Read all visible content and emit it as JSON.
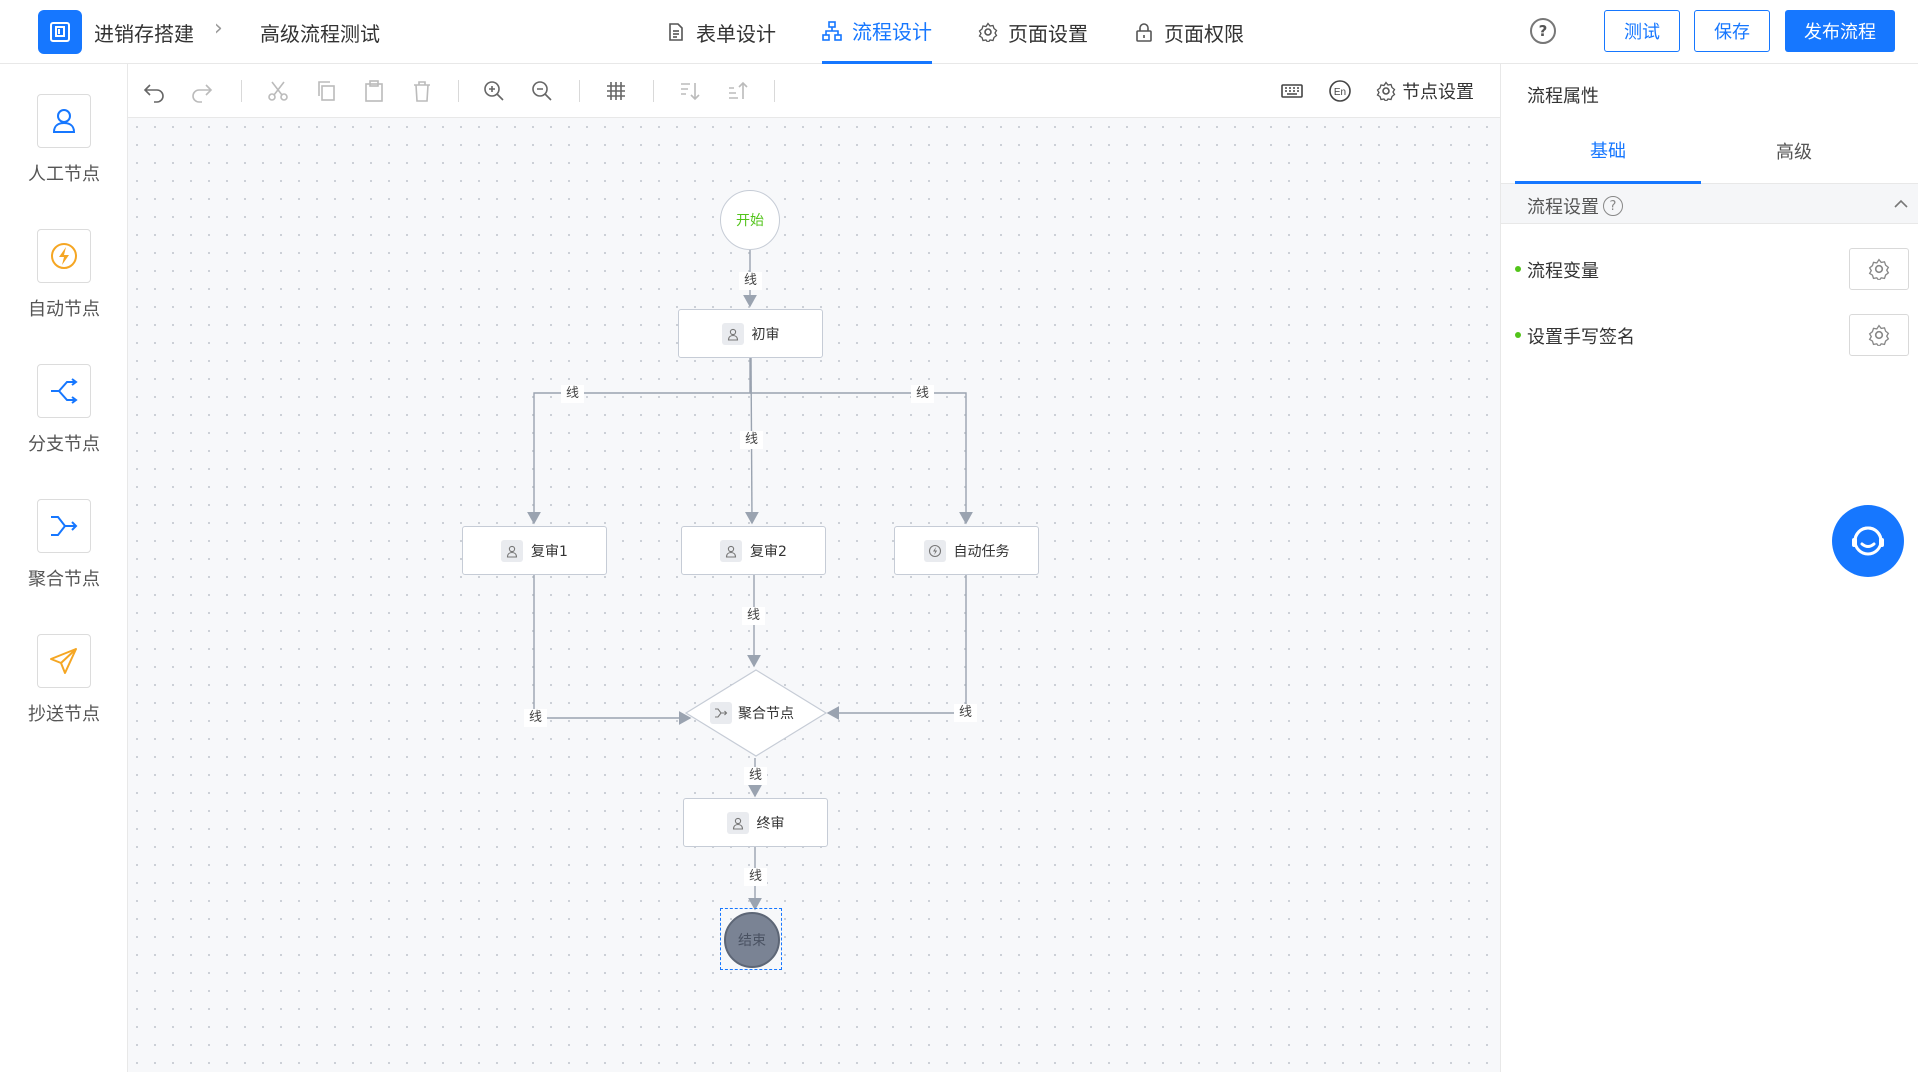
{
  "breadcrumb": {
    "app": "进销存搭建",
    "page": "高级流程测试"
  },
  "nav_tabs": [
    {
      "label": "表单设计",
      "icon": "document-icon"
    },
    {
      "label": "流程设计",
      "icon": "flowchart-icon",
      "active": true
    },
    {
      "label": "页面设置",
      "icon": "gear-icon"
    },
    {
      "label": "页面权限",
      "icon": "lock-icon"
    }
  ],
  "header_buttons": {
    "test": "测试",
    "save": "保存",
    "publish": "发布流程",
    "help": "?"
  },
  "node_palette": [
    {
      "label": "人工节点",
      "icon": "person-icon"
    },
    {
      "label": "自动节点",
      "icon": "lightning-icon"
    },
    {
      "label": "分支节点",
      "icon": "branch-icon"
    },
    {
      "label": "聚合节点",
      "icon": "merge-icon"
    },
    {
      "label": "抄送节点",
      "icon": "send-icon"
    }
  ],
  "toolbar": {
    "node_settings": "节点设置"
  },
  "flow": {
    "start": "开始",
    "end": "结束",
    "line_label": "线",
    "nodes": {
      "first_review": "初审",
      "review1": "复审1",
      "review2": "复审2",
      "auto_task": "自动任务",
      "join": "聚合节点",
      "final_review": "终审"
    }
  },
  "right_panel": {
    "title": "流程属性",
    "tabs": [
      "基础",
      "高级"
    ],
    "active_tab": "基础",
    "section_title": "流程设置",
    "rows": [
      "流程变量",
      "设置手写签名"
    ]
  },
  "colors": {
    "primary": "#1677ff",
    "start_text": "#52c41a",
    "end_fill": "#7a8394"
  }
}
